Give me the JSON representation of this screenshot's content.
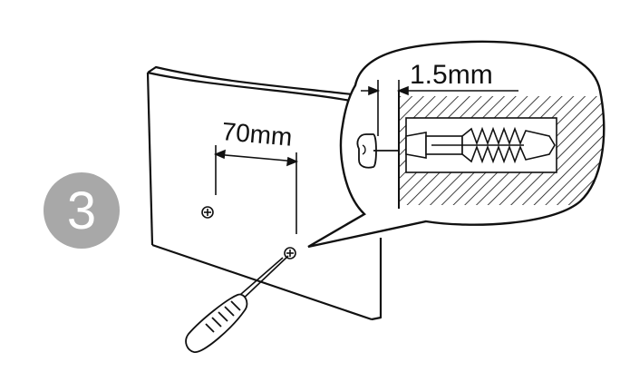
{
  "step": {
    "number": "3",
    "badge_color": "#a8a8a8",
    "number_color": "#ffffff"
  },
  "labels": {
    "screw_spacing": "70mm",
    "screw_protrusion": "1.5mm"
  },
  "icons": [
    "screw-head-icon",
    "screwdriver-icon",
    "wall-plug-icon"
  ],
  "colors": {
    "line": "#111111",
    "background": "#ffffff"
  }
}
